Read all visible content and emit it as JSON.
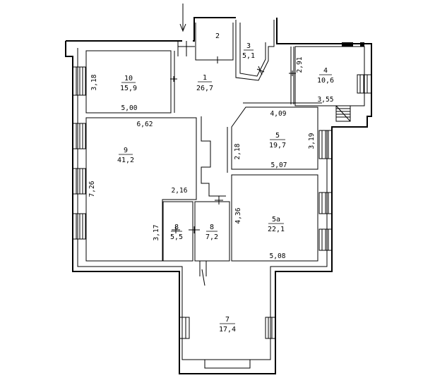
{
  "rooms": [
    {
      "id": "r1",
      "number": "1",
      "area": "26,7"
    },
    {
      "id": "r2",
      "number": "2",
      "area": ""
    },
    {
      "id": "r3",
      "number": "3",
      "area": "5,1"
    },
    {
      "id": "r4",
      "number": "4",
      "area": "10,6"
    },
    {
      "id": "r5",
      "number": "5",
      "area": "19,7"
    },
    {
      "id": "r5a",
      "number": "5a",
      "area": "22,1"
    },
    {
      "id": "r7",
      "number": "7",
      "area": "17,4"
    },
    {
      "id": "r8a",
      "number": "8",
      "area": "5,5"
    },
    {
      "id": "r8b",
      "number": "8",
      "area": "7,2"
    },
    {
      "id": "r9",
      "number": "9",
      "area": "41,2"
    },
    {
      "id": "r10",
      "number": "10",
      "area": "15,9"
    }
  ],
  "dimensions": {
    "d_3_18": "3,18",
    "d_5_00": "5,00",
    "d_6_62": "6,62",
    "d_7_26": "7,26",
    "d_2_16": "2,16",
    "d_3_17": "3,17",
    "d_2_91": "2,91",
    "d_3_55": "3,55",
    "d_4_09": "4,09",
    "d_2_18": "2,18",
    "d_3_19": "3,19",
    "d_5_07": "5,07",
    "d_4_36": "4,36",
    "d_5_08": "5,08"
  }
}
